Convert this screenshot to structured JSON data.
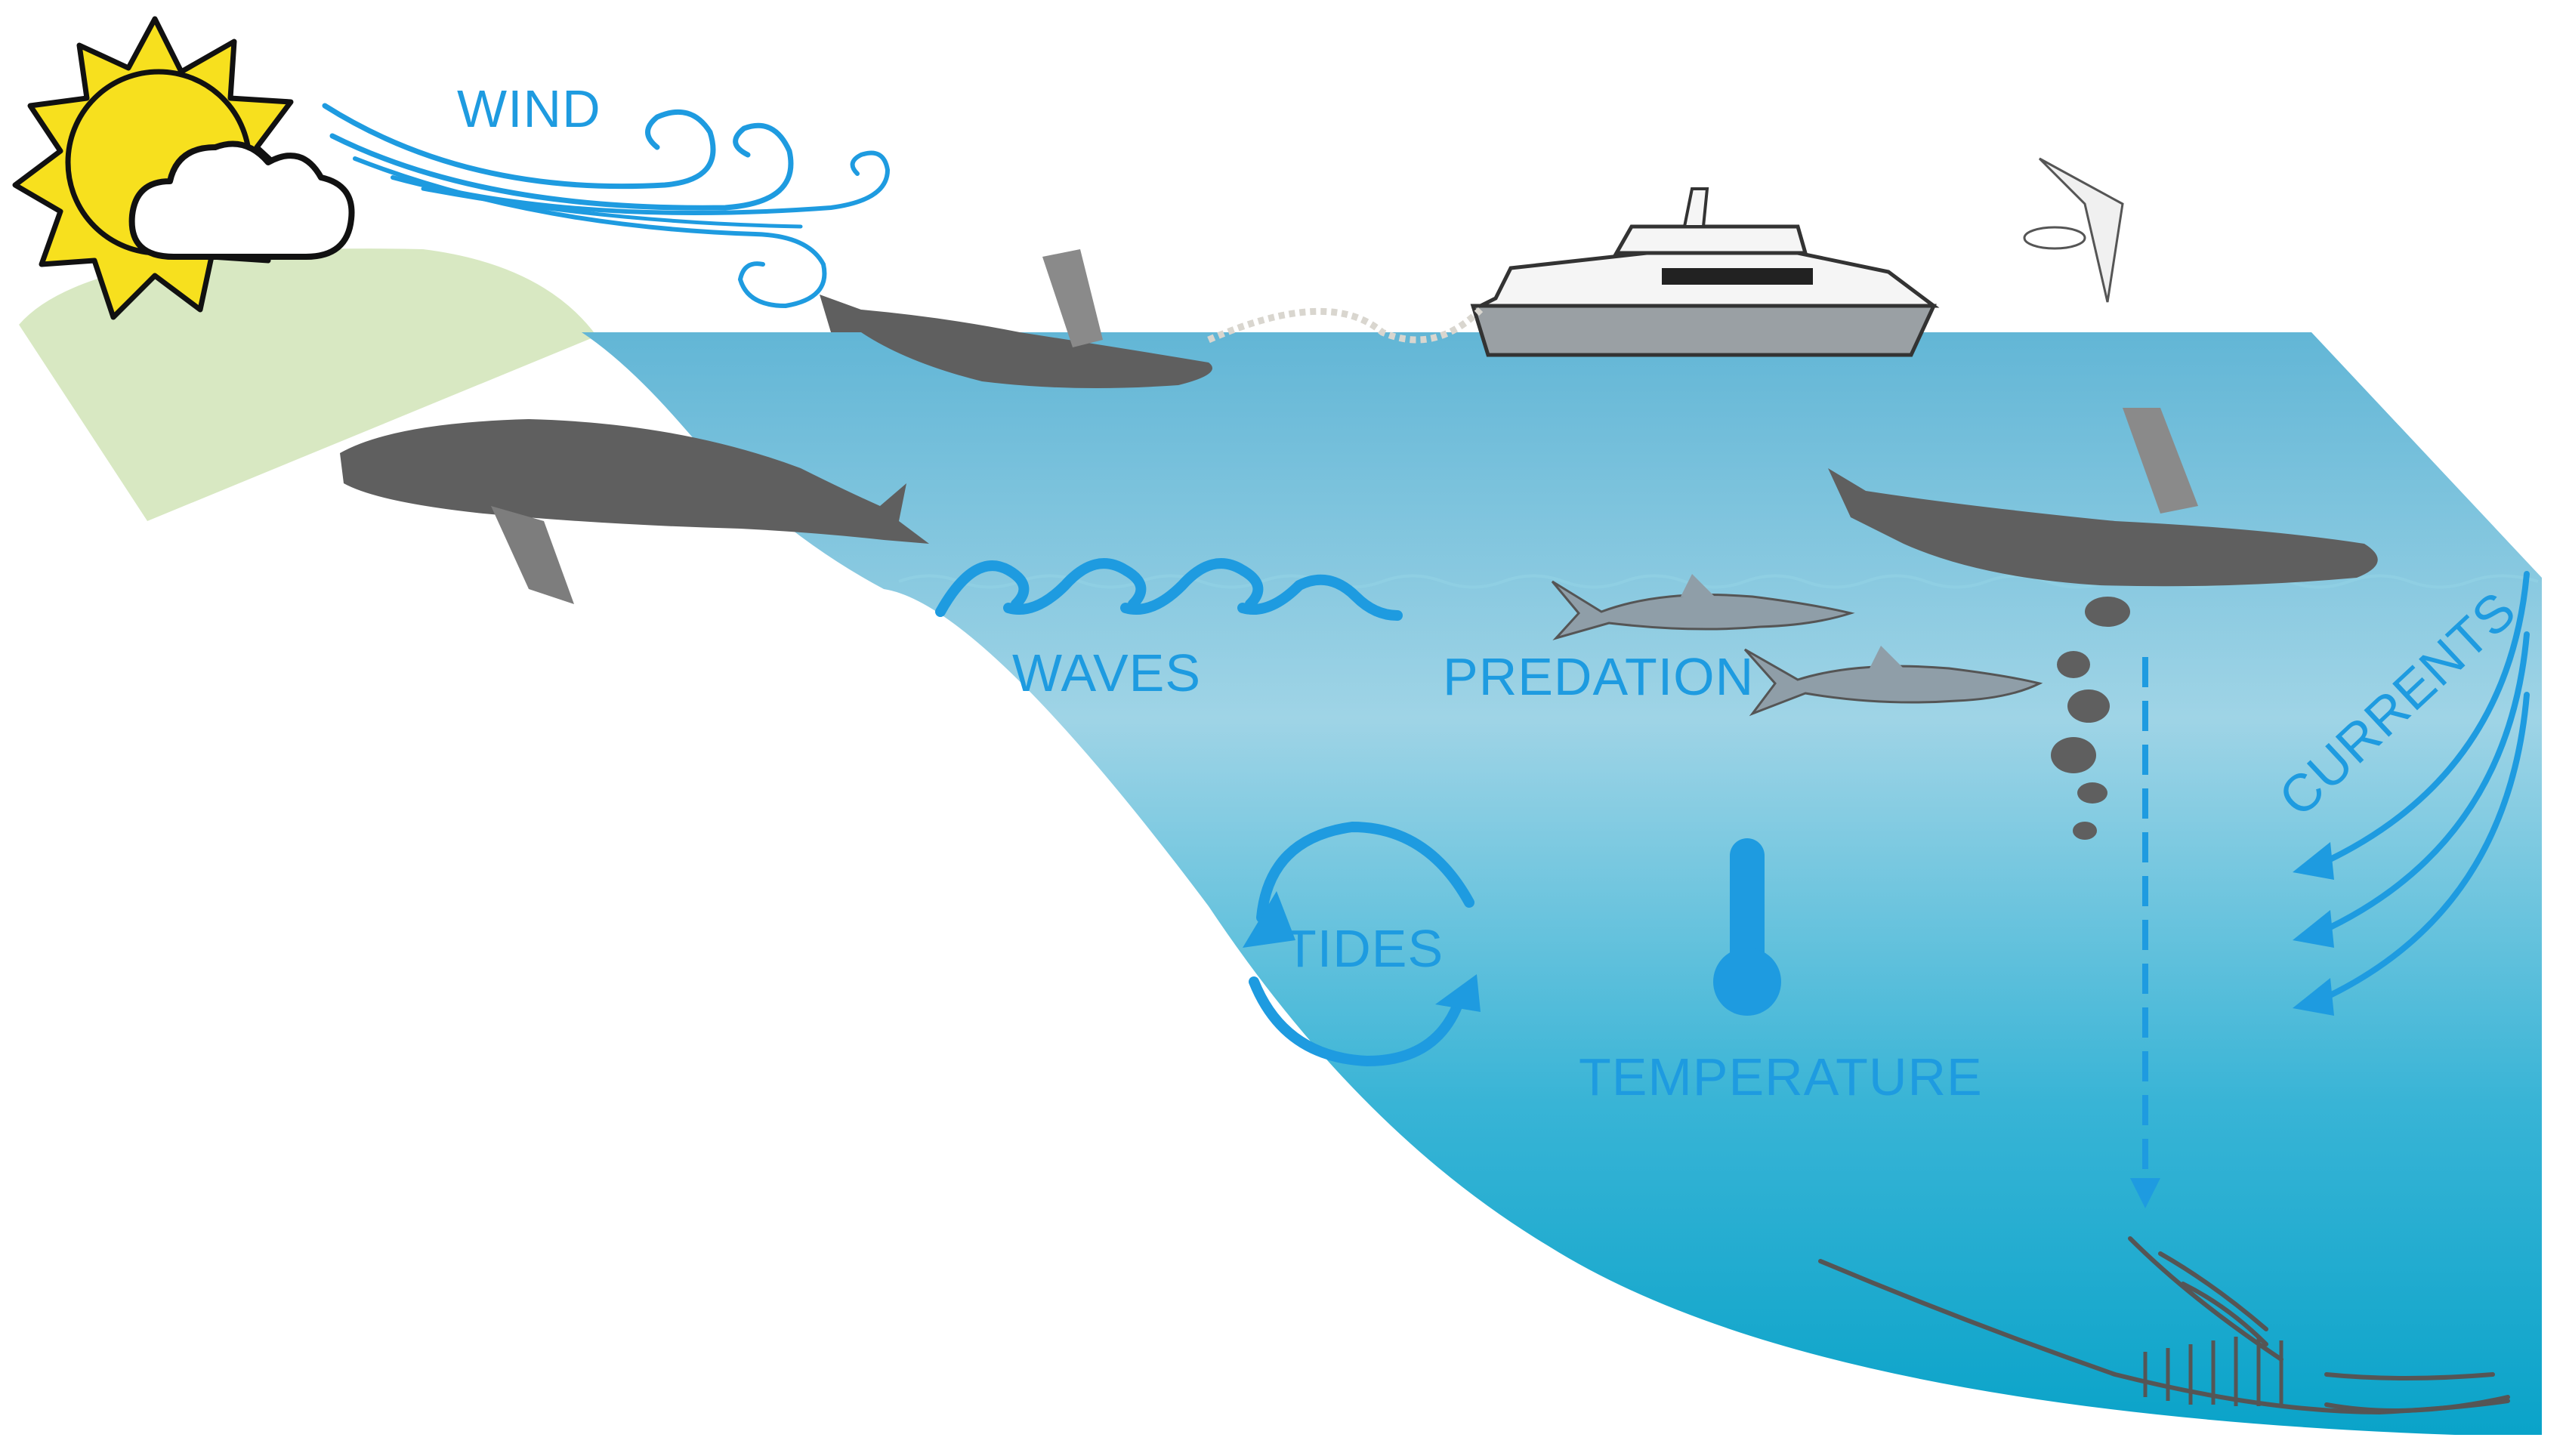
{
  "labels": {
    "wind": "WIND",
    "waves": "WAVES",
    "predation": "PREDATION",
    "currents": "CURRENTS",
    "tides": "TIDES",
    "temperature": "TEMPERATURE"
  },
  "colors": {
    "label": "#1e9be0",
    "ocean_top": "#63b7d6",
    "ocean_bottom": "#0aa3c9",
    "land": "#d8e8c2",
    "whale": "#616161",
    "sun": "#f7e01e"
  },
  "icons": [
    "sun-icon",
    "cloud-icon",
    "wind-icon",
    "wave-icon",
    "tides-cycle-icon",
    "thermometer-icon",
    "currents-arrows-icon",
    "boat-icon",
    "seabird-icon",
    "shark-icon",
    "whale-icon",
    "whale-skeleton-icon"
  ]
}
